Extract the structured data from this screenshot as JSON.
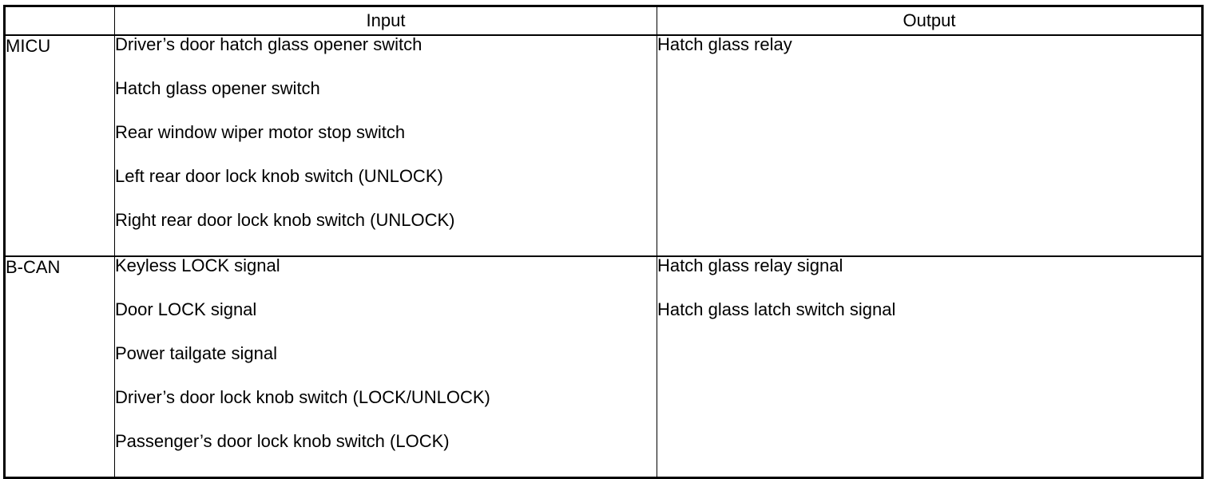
{
  "table": {
    "headers": {
      "source": "",
      "input": "Input",
      "output": "Output"
    },
    "rows": [
      {
        "source": "MICU",
        "inputs": [
          "Driver’s door hatch glass opener switch",
          "Hatch glass opener switch",
          "Rear window wiper motor stop switch",
          "Left rear door lock knob switch (UNLOCK)",
          "Right rear door lock knob switch (UNLOCK)"
        ],
        "outputs": [
          "Hatch glass relay"
        ]
      },
      {
        "source": "B-CAN",
        "inputs": [
          "Keyless LOCK signal",
          "Door LOCK signal",
          "Power tailgate signal",
          "Driver’s door lock knob switch (LOCK/UNLOCK)",
          "Passenger’s door lock knob switch (LOCK)"
        ],
        "outputs": [
          "Hatch glass relay signal",
          "Hatch glass latch switch signal"
        ]
      }
    ]
  }
}
